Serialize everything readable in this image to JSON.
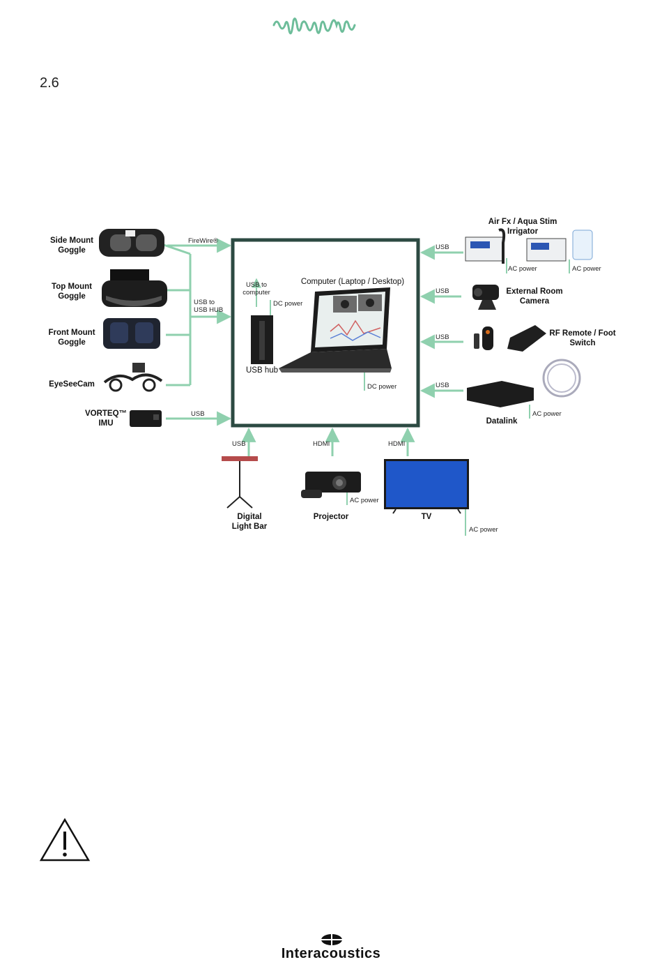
{
  "header": {
    "logo_icon": "waveform-logo-icon",
    "section_number": "2.6"
  },
  "colors": {
    "connector": "#8fd0ae",
    "box_border": "#2c4a42",
    "brand_green": "#6dbd9a"
  },
  "diagram": {
    "left_devices": [
      {
        "label": "Side Mount\nGoggle",
        "icon": "goggle-icon"
      },
      {
        "label": "Top Mount\nGoggle",
        "icon": "goggle-icon"
      },
      {
        "label": "Front Mount\nGoggle",
        "icon": "goggle-icon"
      },
      {
        "label": "EyeSeeCam",
        "icon": "eyeseecam-icon"
      },
      {
        "label": "VORTEQ™\nIMU",
        "icon": "imu-icon"
      }
    ],
    "left_connections": {
      "firewire": "FireWire®",
      "usb_hub": "USB to\nUSB HUB",
      "usb": "USB"
    },
    "center": {
      "computer_label": "Computer (Laptop / Desktop)",
      "usb_to_computer": "USB to\ncomputer",
      "dc_power_hub": "DC power",
      "usb_hub_label": "USB hub",
      "dc_power_laptop": "DC power"
    },
    "right_devices": {
      "irrigator": "Air Fx / Aqua Stim\nIrrigator",
      "irrigator_power_1": "AC power",
      "irrigator_power_2": "AC power",
      "camera": "External Room\nCamera",
      "remote": "RF Remote / Foot\nSwitch",
      "datalink": "Datalink",
      "datalink_power": "AC power"
    },
    "right_connections": [
      "USB",
      "USB",
      "USB",
      "USB"
    ],
    "bottom_devices": {
      "light_bar": "Digital\nLight Bar",
      "projector": "Projector",
      "projector_power": "AC power",
      "tv": "TV",
      "tv_power": "AC power"
    },
    "bottom_connections": [
      "USB",
      "HDMI",
      "HDMI"
    ]
  },
  "warning": {
    "icon": "warning-triangle-icon"
  },
  "footer": {
    "brand": "Interacoustics",
    "brand_icon": "interacoustics-logo-icon"
  }
}
